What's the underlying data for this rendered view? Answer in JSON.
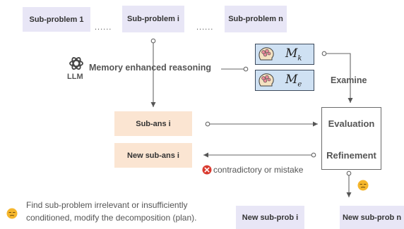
{
  "subproblems": {
    "first": "Sub-problem 1",
    "middle": "Sub-problem i",
    "last": "Sub-problem n",
    "ellipsis": "......"
  },
  "llm": {
    "label": "LLM",
    "reasoning": "Memory enhanced reasoning"
  },
  "memory": {
    "k": {
      "symbol": "M",
      "subscript": "k"
    },
    "e": {
      "symbol": "M",
      "subscript": "e"
    },
    "examine": "Examine"
  },
  "answers": {
    "sub_ans": "Sub-ans i",
    "new_sub_ans": "New sub-ans i"
  },
  "evaluator": {
    "evaluation": "Evaluation",
    "refinement": "Refinement"
  },
  "contradiction": "contradictory or mistake",
  "note": {
    "line1": "Find sub-problem irrelevant or insufficiently",
    "line2": "conditioned, modify the decomposition (plan)."
  },
  "new_subproblems": {
    "i": "New sub-prob i",
    "n": "New sub-prob n"
  },
  "colors": {
    "subproblem_fill": "#e8e6f6",
    "answer_fill": "#fbe5d2",
    "memory_fill": "#cfe1f3",
    "error": "#d93a2f",
    "emoji": "#f5b62c"
  }
}
